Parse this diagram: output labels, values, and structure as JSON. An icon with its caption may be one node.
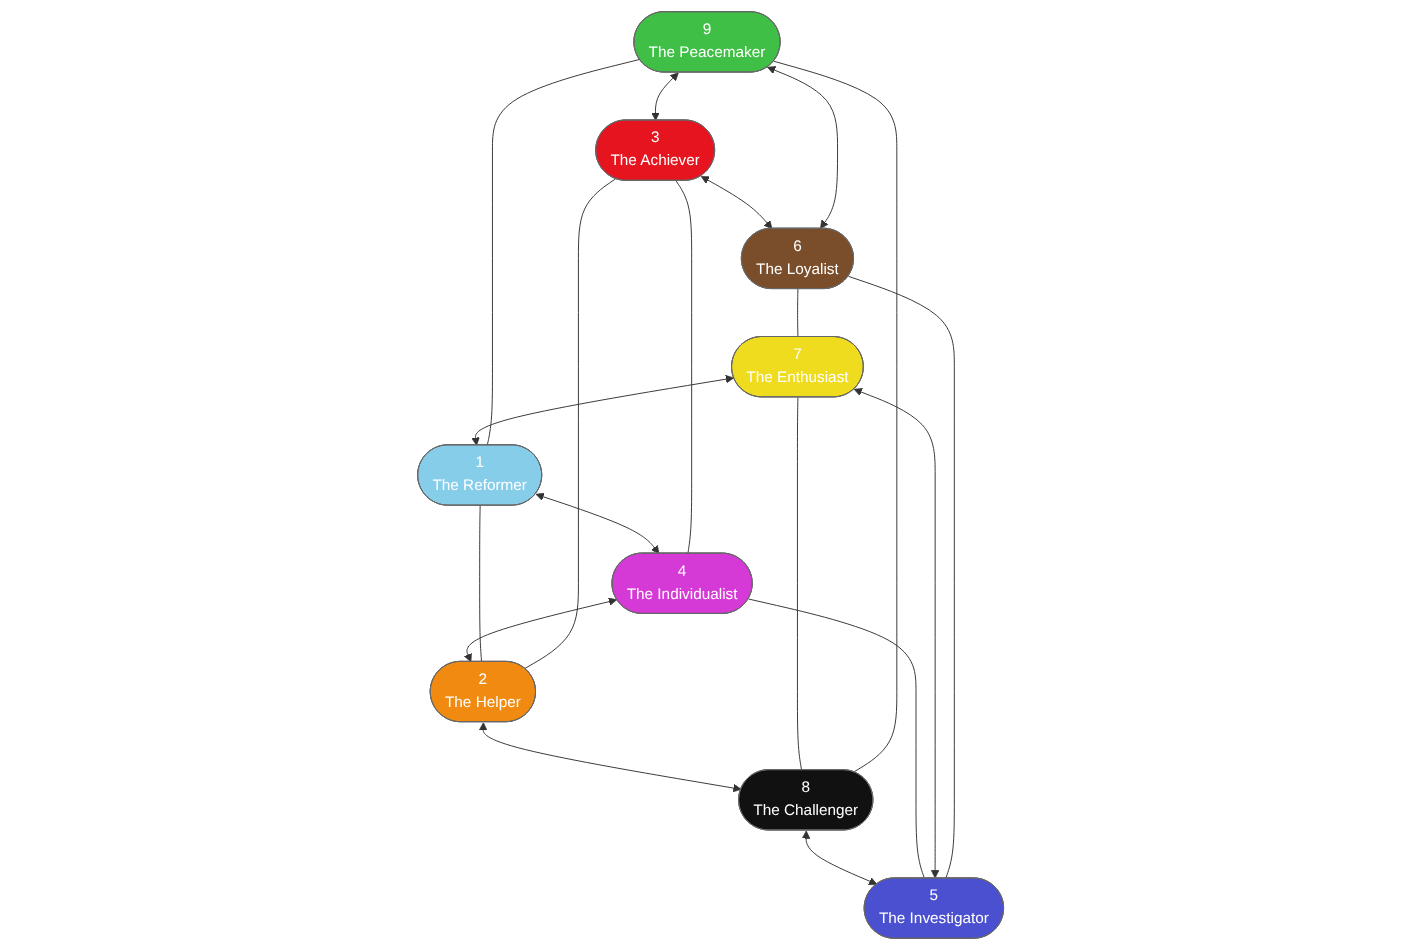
{
  "diagram": {
    "nodes": [
      {
        "text": [
          "9",
          "The Peacemaker"
        ]
      },
      {
        "text": [
          "8",
          "The Challenger"
        ]
      },
      {
        "text": [
          "1",
          "The Reformer"
        ]
      },
      {
        "text": [
          "7",
          "The Enthusiast"
        ]
      },
      {
        "text": [
          "2",
          "The Helper"
        ]
      },
      {
        "text": [
          "6",
          "The Loyalist"
        ]
      },
      {
        "text": [
          "3",
          "The Achiever"
        ]
      },
      {
        "text": [
          "5",
          "The Investigator"
        ]
      },
      {
        "text": [
          "4",
          "The Individualist"
        ]
      }
    ],
    "edges": [
      {
        "from": 2,
        "to": 8,
        "arrow": "both"
      },
      {
        "from": 8,
        "to": 4,
        "arrow": "both"
      },
      {
        "from": 4,
        "to": 1,
        "arrow": "both"
      },
      {
        "from": 1,
        "to": 7,
        "arrow": "both"
      },
      {
        "from": 7,
        "to": 3,
        "arrow": "both"
      },
      {
        "from": 3,
        "to": 2,
        "arrow": "both"
      },
      {
        "from": 0,
        "to": 6,
        "arrow": "both"
      },
      {
        "from": 6,
        "to": 5,
        "arrow": "both"
      },
      {
        "from": 5,
        "to": 0,
        "arrow": "both"
      },
      {
        "from": 0,
        "to": 2,
        "arrow": "none"
      },
      {
        "from": 2,
        "to": 4,
        "arrow": "none"
      },
      {
        "from": 4,
        "to": 6,
        "arrow": "none"
      },
      {
        "from": 6,
        "to": 8,
        "arrow": "none"
      },
      {
        "from": 8,
        "to": 7,
        "arrow": "none"
      },
      {
        "from": 7,
        "to": 5,
        "arrow": "none"
      },
      {
        "from": 5,
        "to": 3,
        "arrow": "none"
      },
      {
        "from": 3,
        "to": 1,
        "arrow": "none"
      },
      {
        "from": 1,
        "to": 0,
        "arrow": "none"
      }
    ]
  }
}
